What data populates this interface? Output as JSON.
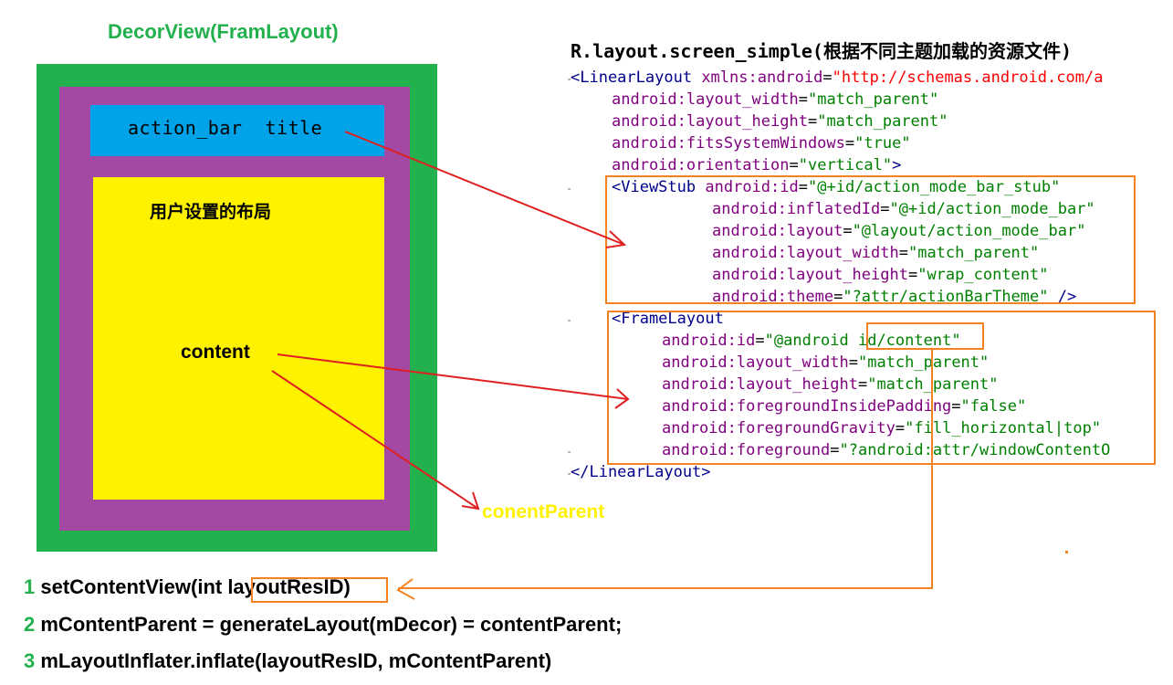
{
  "diagram": {
    "decor_title": "DecorView(FramLayout)",
    "action_bar_label": "action_bar  title",
    "user_layout_label": "用户设置的布局",
    "content_label": "content",
    "content_parent_label": "conentParent"
  },
  "code": {
    "title": "R.layout.screen_simple(根据不同主题加载的资源文件)",
    "linear_open_tag": "<LinearLayout",
    "linear_xmlns_attr": "xmlns:android",
    "linear_xmlns_val": "\"http://schemas.android.com/a",
    "lines": [
      {
        "ns": "android",
        "attr": ":layout_width",
        "val": "\"match_parent\""
      },
      {
        "ns": "android",
        "attr": ":layout_height",
        "val": "\"match_parent\""
      },
      {
        "ns": "android",
        "attr": ":fitsSystemWindows",
        "val": "\"true\""
      },
      {
        "ns": "android",
        "attr": ":orientation",
        "val": "\"vertical\""
      }
    ],
    "close_bracket": ">",
    "viewstub_open": "<ViewStub",
    "viewstub_lines": [
      {
        "ns": "android",
        "attr": ":id",
        "val": "\"@+id/action_mode_bar_stub\""
      },
      {
        "ns": "android",
        "attr": ":inflatedId",
        "val": "\"@+id/action_mode_bar\""
      },
      {
        "ns": "android",
        "attr": ":layout",
        "val": "\"@layout/action_mode_bar\""
      },
      {
        "ns": "android",
        "attr": ":layout_width",
        "val": "\"match_parent\""
      },
      {
        "ns": "android",
        "attr": ":layout_height",
        "val": "\"wrap_content\""
      },
      {
        "ns": "android",
        "attr": ":theme",
        "val": "\"?attr/actionBarTheme\""
      }
    ],
    "viewstub_close": " />",
    "framelayout_open": "<FrameLayout",
    "framelayout_lines": [
      {
        "ns": "android",
        "attr": ":id",
        "val": "\"@android id/content\""
      },
      {
        "ns": "android",
        "attr": ":layout_width",
        "val": "\"match_parent\""
      },
      {
        "ns": "android",
        "attr": ":layout_height",
        "val": "\"match_parent\""
      },
      {
        "ns": "android",
        "attr": ":foregroundInsidePadding",
        "val": "\"false\""
      },
      {
        "ns": "android",
        "attr": ":foregroundGravity",
        "val": "\"fill_horizontal|top\""
      },
      {
        "ns": "android",
        "attr": ":foreground",
        "val": "\"?android:attr/windowContentO"
      }
    ],
    "linear_close_tag": "</LinearLayout>"
  },
  "steps": [
    {
      "num": "1",
      "text": "setContentView(int layoutResID)"
    },
    {
      "num": "2",
      "text": "mContentParent = generateLayout(mDecor) = contentParent;"
    },
    {
      "num": "3",
      "text": "mLayoutInflater.inflate(layoutResID, mContentParent)"
    }
  ],
  "colors": {
    "decor_green": "#22b14c",
    "purple": "#a349a4",
    "action_bar_blue": "#00a2e8",
    "content_yellow": "#fff200",
    "highlight_orange": "#f58220",
    "arrow_red": "#e02020"
  }
}
